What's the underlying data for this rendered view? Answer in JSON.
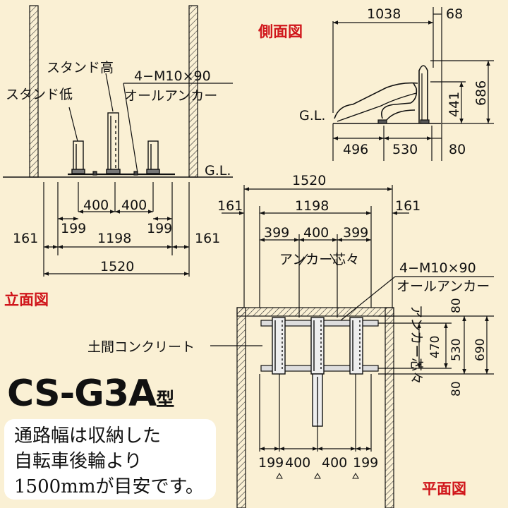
{
  "views": {
    "front": "立面図",
    "side": "側面図",
    "plan": "平面図"
  },
  "labels": {
    "stand_high": "スタンド高",
    "stand_low": "スタンド低",
    "anchor_spec": "4−M10×90",
    "anchor_type": "オールアンカー",
    "gl": "G.L.",
    "concrete": "土間コンクリート",
    "anchor_center": "アンカー芯々"
  },
  "front_dims": {
    "d400a": "400",
    "d400b": "400",
    "d199a": "199",
    "d199b": "199",
    "d161a": "161",
    "d1198": "1198",
    "d161b": "161",
    "d1520": "1520"
  },
  "side_dims": {
    "d1038": "1038",
    "d68": "68",
    "d686": "686",
    "d441": "441",
    "d496": "496",
    "d530": "530",
    "d80": "80"
  },
  "plan_dims": {
    "d1520": "1520",
    "d161a": "161",
    "d1198": "1198",
    "d161b": "161",
    "d399a": "399",
    "d400": "400",
    "d399b": "399",
    "d80a": "80",
    "d470": "470",
    "d530": "530",
    "d690": "690",
    "d80b": "80",
    "b199a": "199",
    "b400a": "400",
    "b400b": "400",
    "b199b": "199"
  },
  "model": {
    "name": "CS-G3A",
    "suffix": "型"
  },
  "note": {
    "line1": "通路幅は収納した",
    "line2": "自転車後輪より",
    "line3": "1500mmが目安です。"
  }
}
